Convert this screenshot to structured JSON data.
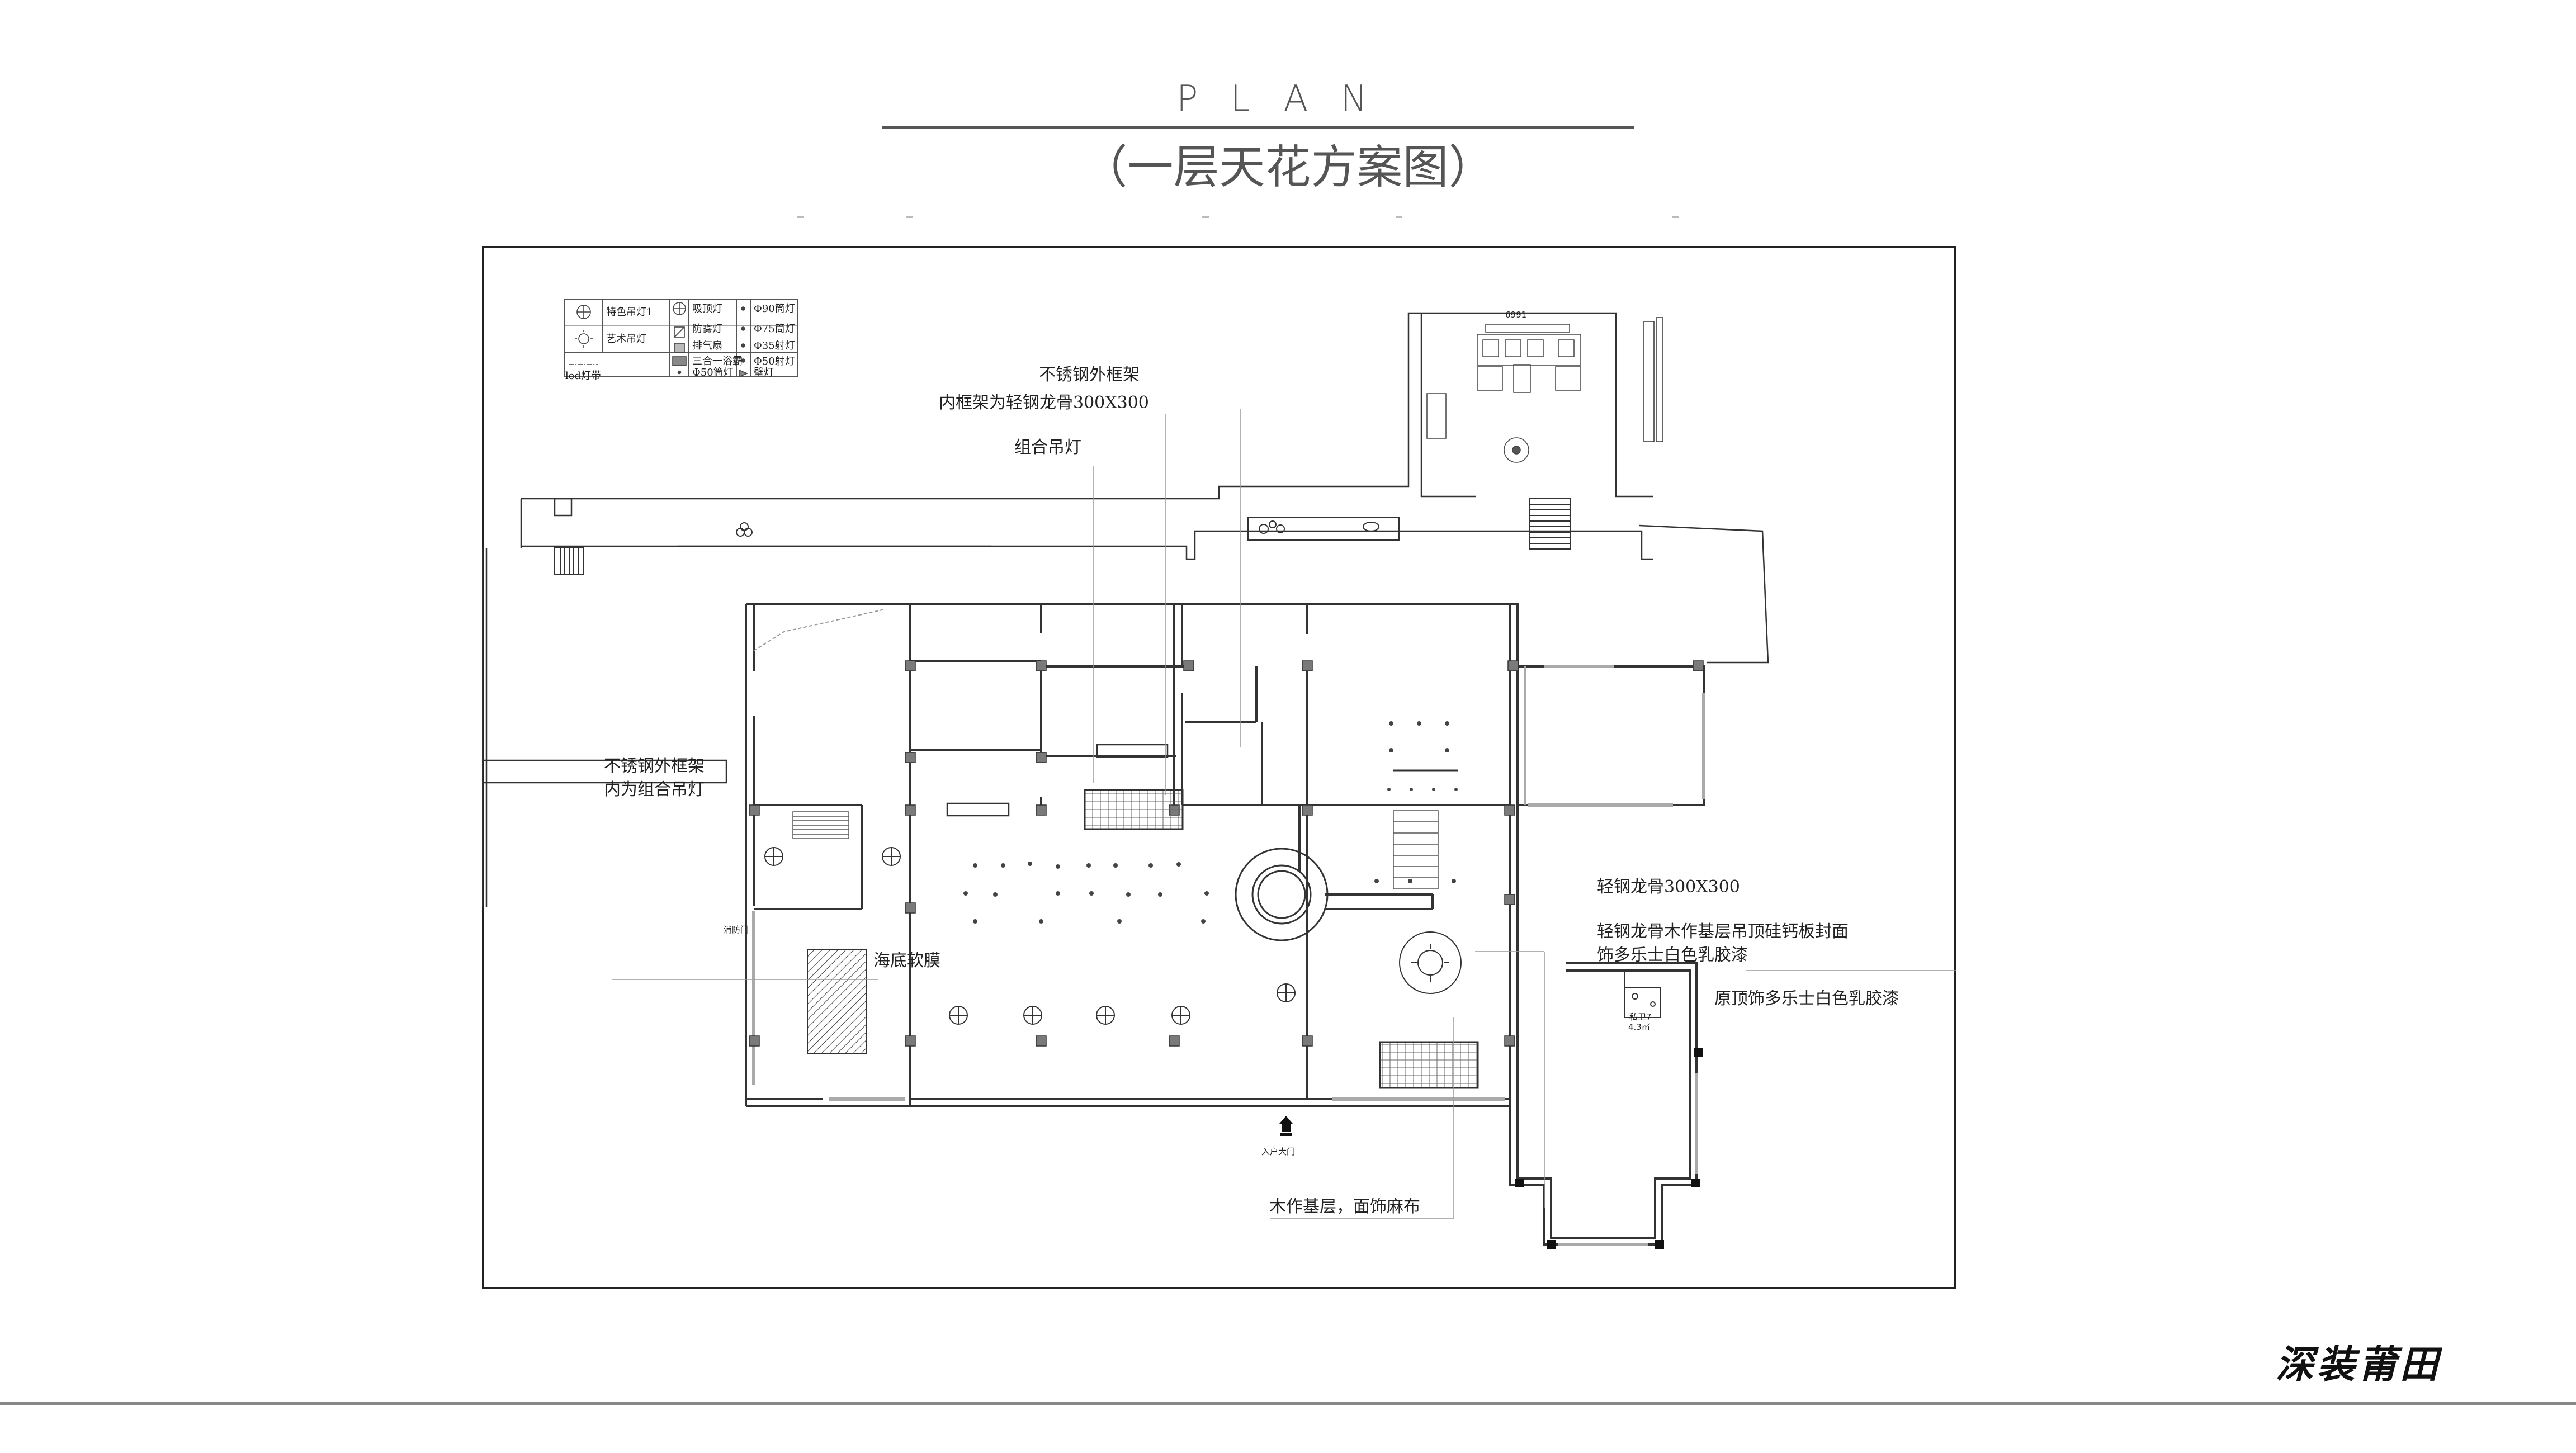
{
  "header": {
    "title": "PLAN",
    "subtitle": "（一层天花方案图）"
  },
  "legend": {
    "items": [
      {
        "label": "特色吊灯1",
        "icon": "circle-cross-icon"
      },
      {
        "label": "吸顶灯",
        "icon": "circle-cross-icon"
      },
      {
        "label": "Φ90筒灯",
        "icon": "dot-icon"
      },
      {
        "label": "防雾灯",
        "icon": "square-slash-icon"
      },
      {
        "label": "Φ75筒灯",
        "icon": "dot-icon"
      },
      {
        "label": "艺术吊灯",
        "icon": "sun-icon"
      },
      {
        "label": "排气扇",
        "icon": "square-icon"
      },
      {
        "label": "Φ35射灯",
        "icon": "dot-icon"
      },
      {
        "label": "三合一浴霸",
        "icon": "square-filled-icon"
      },
      {
        "label": "Φ50射灯",
        "icon": "dot-icon"
      },
      {
        "label": "led灯带",
        "icon": "dash-line-icon"
      },
      {
        "label": "Φ50筒灯",
        "icon": "dot-icon"
      },
      {
        "label": "壁灯",
        "icon": "triangle-icon"
      }
    ]
  },
  "annotations": {
    "stainless_frame_top": "不锈钢外框架",
    "inner_frame_keel": "内框架为轻钢龙骨300X300",
    "combo_chandelier": "组合吊灯",
    "stainless_frame_left": "不锈钢外框架",
    "inner_combo_chandelier": "内为组合吊灯",
    "light_steel_keel": "轻钢龙骨300X300",
    "keel_wood_base_1": "轻钢龙骨木作基层吊顶硅钙板封面",
    "keel_wood_base_2": "饰多乐士白色乳胶漆",
    "original_ceiling": "原顶饰多乐士白色乳胶漆",
    "sea_bottom_film": "海底软膜",
    "wood_base_linen": "木作基层，面饰麻布",
    "fire_door": "消防门",
    "main_entrance": "入户大门",
    "private_bath": "私卫7",
    "private_bath_area": "4.3㎡",
    "dimension_top": "6991"
  },
  "branding": {
    "logo_text": "深装莆田"
  },
  "colors": {
    "line": "#222222",
    "thin_line": "#777777",
    "column": "#7a7a7a",
    "hatch": "#444444"
  }
}
